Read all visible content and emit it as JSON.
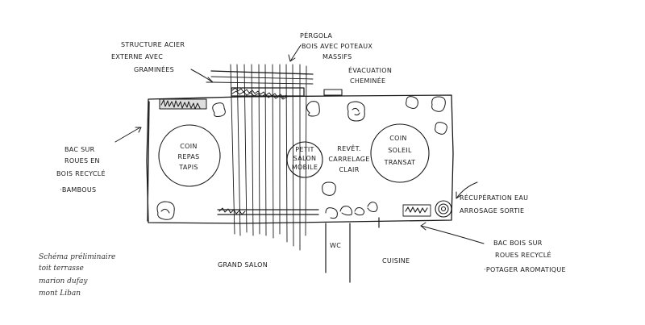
{
  "annotations": {
    "structure": [
      "STRUCTURE ACIER",
      "EXTERNE AVEC",
      "GRAMINÉES"
    ],
    "pergola": [
      "PÉRGOLA",
      "BOIS AVEC POTEAUX",
      "MASSIFS"
    ],
    "evacuation": [
      "ÉVACUATION",
      "CHEMINÉE"
    ],
    "bac_bambous": [
      "BAC SUR",
      "ROUES EN",
      "BOIS RECYCLÉ",
      "·BAMBOUS"
    ],
    "recuperation": [
      "RÉCUPÉRATION EAU",
      "ARROSAGE SORTIE"
    ],
    "bac_potager": [
      "BAC BOIS SUR",
      "ROUES RECYCLÉ",
      "·POTAGER AROMATIQUE"
    ]
  },
  "zones": {
    "coin_repas": [
      "COIN",
      "REPAS",
      "TAPIS"
    ],
    "petit_salon": [
      "PETIT",
      "SALON",
      "MOBILE"
    ],
    "revetement": [
      "REVÊT.",
      "CARRELAGE",
      "CLAIR"
    ],
    "coin_soleil": [
      "COIN",
      "SOLEIL",
      "TRANSAT"
    ]
  },
  "rooms": {
    "grand_salon": "GRAND SALON",
    "wc": "WC",
    "cuisine": "CUISINE"
  },
  "caption": [
    "Schéma préliminaire",
    "toit terrasse",
    "marion dufay",
    "mont Liban"
  ],
  "colors": {
    "ink": "#1a1a1a",
    "paper": "#ffffff"
  },
  "icons": [
    "plant-icon",
    "bamboo-hedge-icon",
    "grass-planter-icon",
    "water-tank-icon",
    "arrow-icon"
  ]
}
